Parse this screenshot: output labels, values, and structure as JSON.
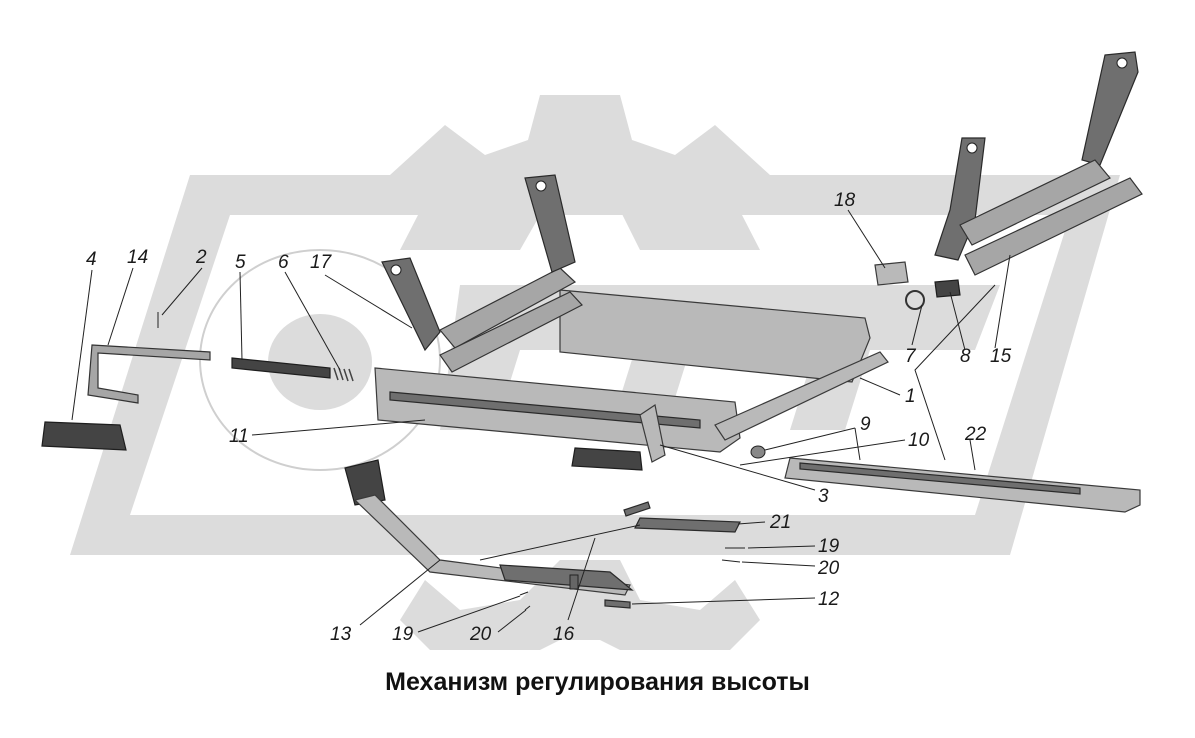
{
  "caption": "Механизм регулирования высоты",
  "callouts": [
    "1",
    "2",
    "3",
    "4",
    "5",
    "6",
    "7",
    "8",
    "9",
    "10",
    "11",
    "12",
    "13",
    "14",
    "15",
    "16",
    "17",
    "18",
    "19",
    "20",
    "21",
    "22"
  ],
  "colors": {
    "watermark": "#d9d9d9",
    "metal": "#b9b9b9",
    "outline": "#333333",
    "text": "#1a1a1a"
  }
}
